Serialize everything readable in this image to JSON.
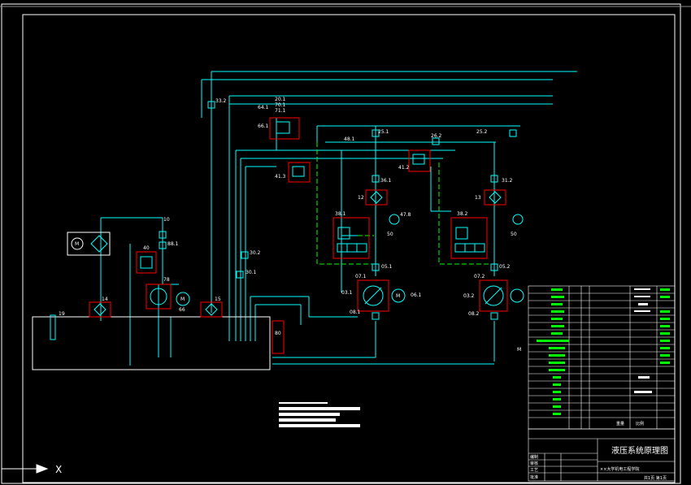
{
  "drawing": {
    "title": "液压系统原理图",
    "subtitle": "××大学机电工程学院",
    "sheet": "共1页 第1页",
    "scale_label": "比例",
    "weight_label": "重量",
    "compiler_label": "编制",
    "checker_label": "审核",
    "approver_label": "批准",
    "process_label": "工艺"
  },
  "labels": {
    "l_33_2": "33.2",
    "l_20_1": "20.1",
    "l_70_1": "70.1",
    "l_71_1": "71.1",
    "l_64_1": "64.1",
    "l_66_1": "66.1",
    "l_48_1": "48.1",
    "l_25_1": "25.1",
    "l_26_2": "26.2",
    "l_25_2": "25.2",
    "l_41_3": "41.3",
    "l_41_2": "41.2",
    "l_36_1": "36.1",
    "l_12": "12",
    "l_13": "13",
    "l_31_2": "31.2",
    "l_38_1": "38.1",
    "l_47_8": "47.8",
    "l_50a": "50",
    "l_38_2": "38.2",
    "l_50b": "50",
    "l_10": "10",
    "l_88_1": "88.1",
    "l_40": "40",
    "l_78": "78",
    "l_66b": "66",
    "l_30_2": "30.2",
    "l_30_1": "30.1",
    "l_05_1": "05.1",
    "l_05_2": "05.2",
    "l_07_1": "07.1",
    "l_07_2": "07.2",
    "l_03_1": "03.1",
    "l_03_2": "03.2",
    "l_06_1": "06.1",
    "l_08_1": "08.1",
    "l_08_2": "08.2",
    "l_14": "14",
    "l_15": "15",
    "l_19": "19",
    "l_80": "80",
    "l_m": "M",
    "l_m2": "M",
    "l_m3": "M",
    "l_m4": "M",
    "arrow_x": "X"
  },
  "colors": {
    "background": "#000000",
    "line": "#00ffff",
    "highlight": "#ff0000",
    "green": "#00ff00",
    "white": "#ffffff",
    "yellow": "#ffff00"
  }
}
